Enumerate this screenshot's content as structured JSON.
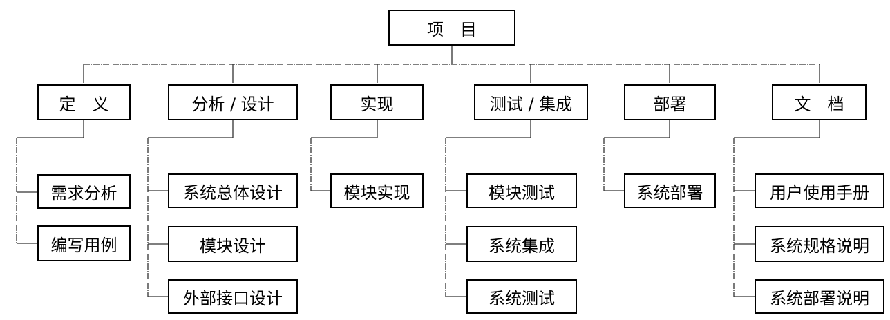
{
  "root": {
    "label": "项　目"
  },
  "phases": [
    {
      "label": "定　义",
      "tasks": [
        "需求分析",
        "编写用例"
      ]
    },
    {
      "label": "分析 / 设计",
      "tasks": [
        "系统总体设计",
        "模块设计",
        "外部接口设计"
      ]
    },
    {
      "label": "实现",
      "tasks": [
        "模块实现"
      ]
    },
    {
      "label": "测试 / 集成",
      "tasks": [
        "模块测试",
        "系统集成",
        "系统测试"
      ]
    },
    {
      "label": "部署",
      "tasks": [
        "系统部署"
      ]
    },
    {
      "label": "文　档",
      "tasks": [
        "用户使用手册",
        "系统规格说明",
        "系统部署说明"
      ]
    }
  ]
}
